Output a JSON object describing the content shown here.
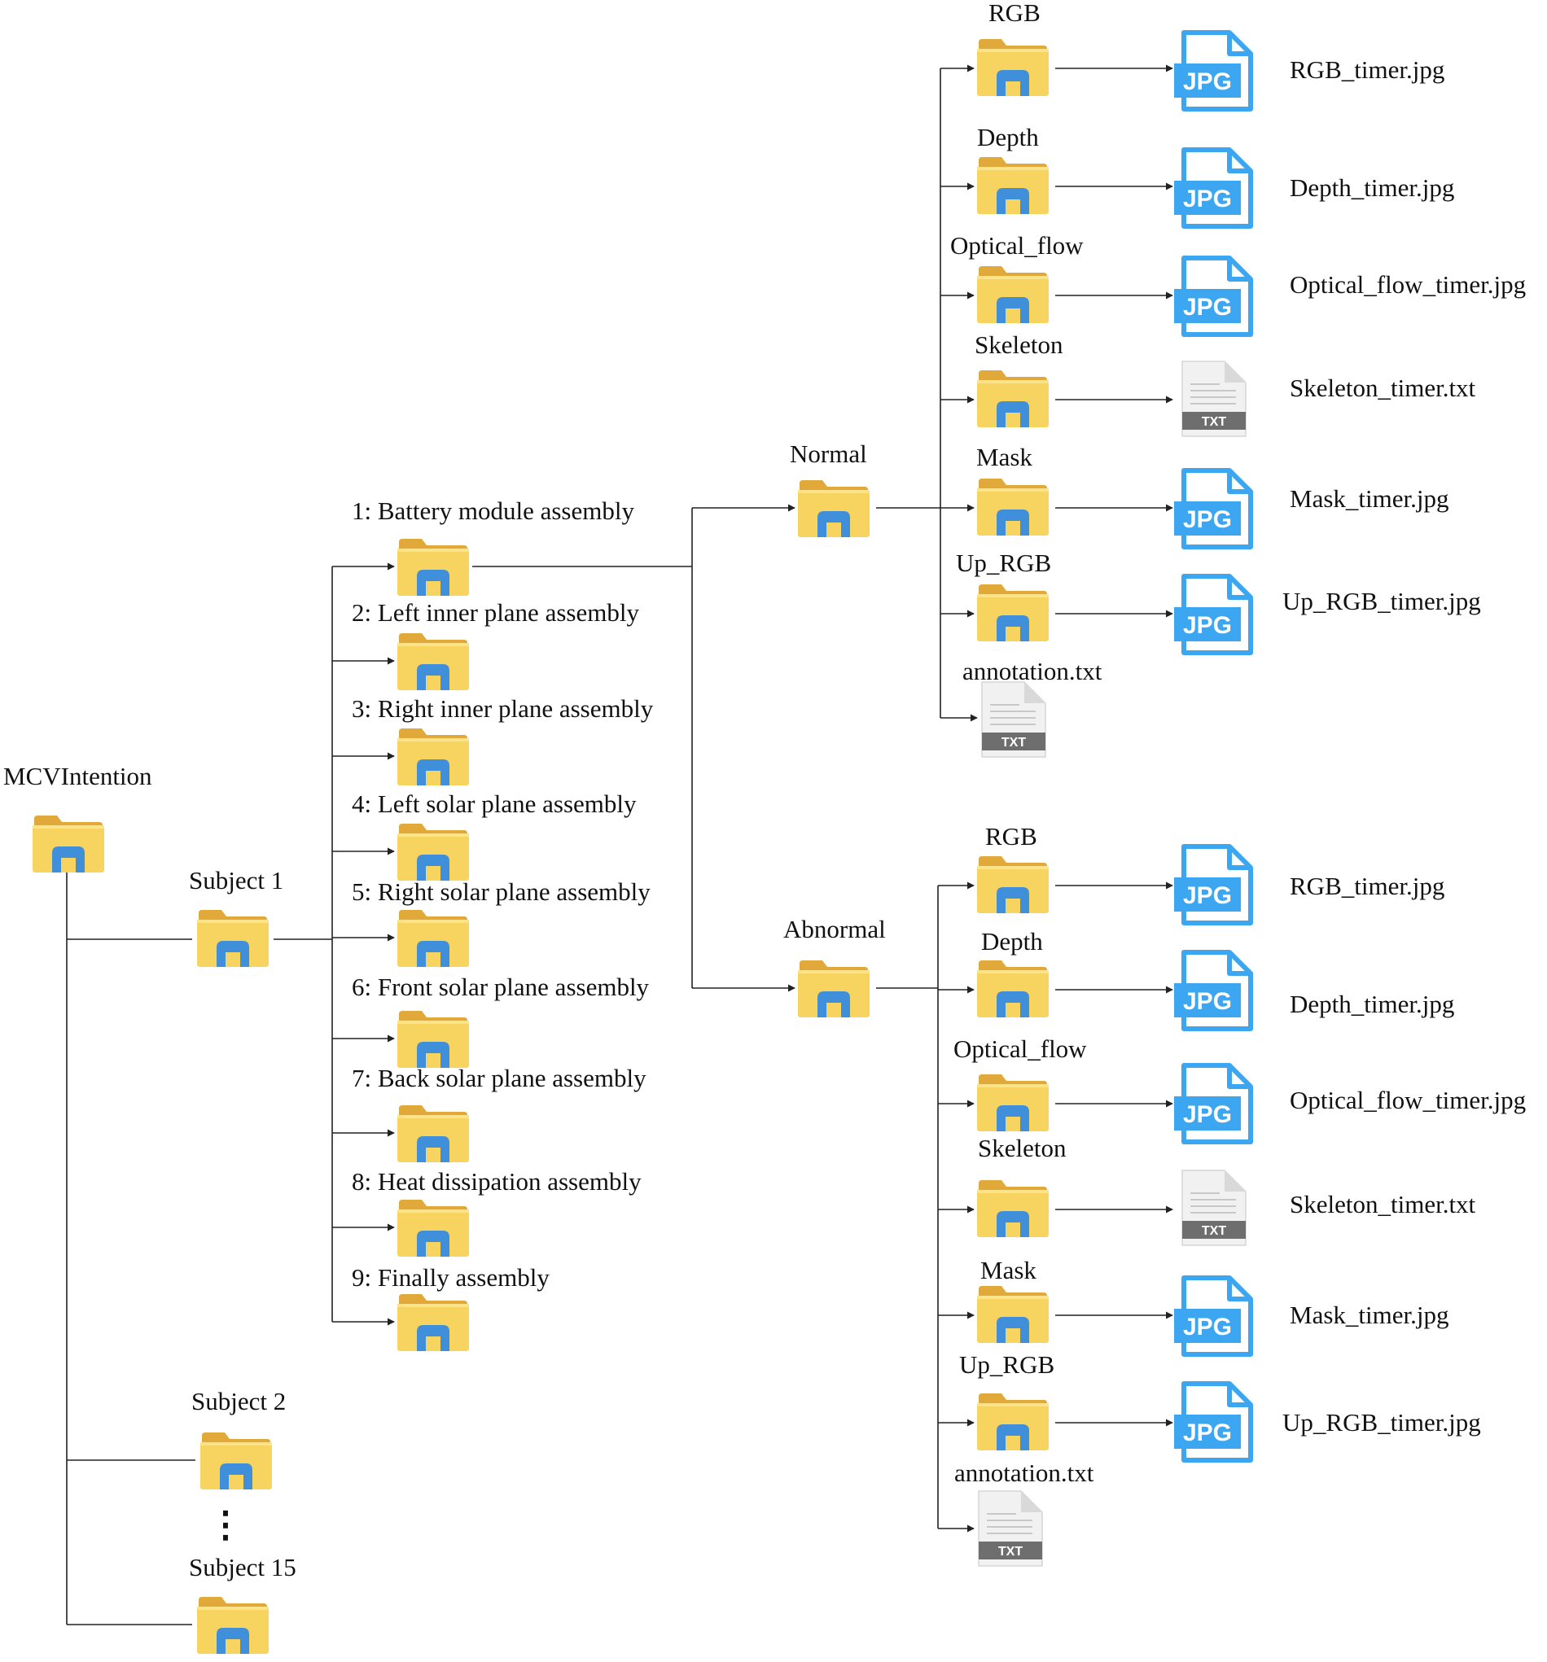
{
  "root": {
    "label": "MCVIntention"
  },
  "subjects": [
    "Subject 1",
    "Subject 2",
    "Subject 15"
  ],
  "ellipsis": "⋮",
  "tasks": [
    "1: Battery module assembly",
    "2: Left inner plane assembly",
    "3: Right inner plane assembly",
    "4: Left solar plane assembly",
    "5: Right solar plane assembly",
    "6: Front solar plane assembly",
    "7: Back solar plane assembly",
    "8: Heat dissipation assembly",
    "9: Finally assembly"
  ],
  "conditions": [
    {
      "label": "Normal",
      "modalities": [
        {
          "folder": "RGB",
          "file": "RGB_timer.jpg",
          "file_type": "JPG"
        },
        {
          "folder": "Depth",
          "file": "Depth_timer.jpg",
          "file_type": "JPG"
        },
        {
          "folder": "Optical_flow",
          "file": "Optical_flow_timer.jpg",
          "file_type": "JPG"
        },
        {
          "folder": "Skeleton",
          "file": "Skeleton_timer.txt",
          "file_type": "TXT"
        },
        {
          "folder": "Mask",
          "file": "Mask_timer.jpg",
          "file_type": "JPG"
        },
        {
          "folder": "Up_RGB",
          "file": "Up_RGB_timer.jpg",
          "file_type": "JPG"
        }
      ],
      "annotation": {
        "label": "annotation.txt",
        "file_type": "TXT"
      }
    },
    {
      "label": "Abnormal",
      "modalities": [
        {
          "folder": "RGB",
          "file": "RGB_timer.jpg",
          "file_type": "JPG"
        },
        {
          "folder": "Depth",
          "file": "Depth_timer.jpg",
          "file_type": "JPG"
        },
        {
          "folder": "Optical_flow",
          "file": "Optical_flow_timer.jpg",
          "file_type": "JPG"
        },
        {
          "folder": "Skeleton",
          "file": "Skeleton_timer.txt",
          "file_type": "TXT"
        },
        {
          "folder": "Mask",
          "file": "Mask_timer.jpg",
          "file_type": "JPG"
        },
        {
          "folder": "Up_RGB",
          "file": "Up_RGB_timer.jpg",
          "file_type": "JPG"
        }
      ],
      "annotation": {
        "label": "annotation.txt",
        "file_type": "TXT"
      }
    }
  ],
  "colors": {
    "folder_body": "#F7D45F",
    "folder_tab": "#E0A93A",
    "folder_window": "#3F8FDB",
    "jpg_icon": "#3DA6F0",
    "txt_page": "#F1F1F1",
    "txt_band": "#6E6E6E",
    "line": "#222222"
  },
  "icons": {
    "folder": "folder-icon",
    "jpg": "jpg-file-icon",
    "txt": "txt-file-icon"
  }
}
